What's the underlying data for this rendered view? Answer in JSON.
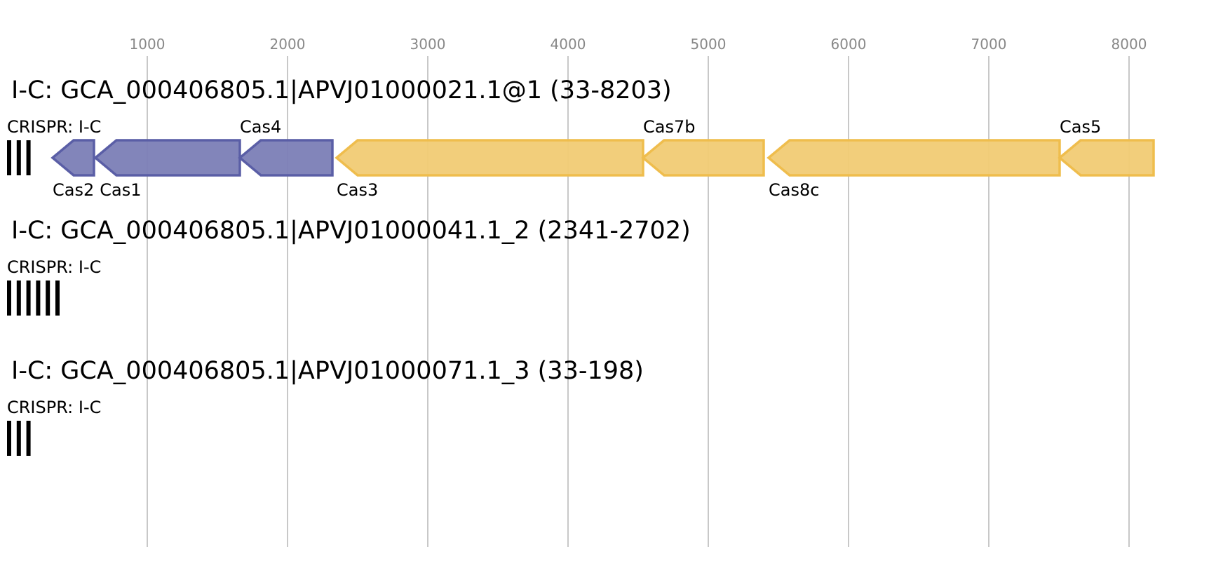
{
  "chart_data": {
    "type": "gene-map",
    "axis": {
      "ticks": [
        1000,
        2000,
        3000,
        4000,
        5000,
        6000,
        7000,
        8000
      ],
      "tick_labels": [
        "1000",
        "2000",
        "3000",
        "4000",
        "5000",
        "6000",
        "7000",
        "8000"
      ],
      "range": [
        0,
        8620
      ]
    },
    "colors": {
      "purple_fill": "#7b7eb6",
      "purple_stroke": "#5a5ea6",
      "yellow_fill": "#f1cb74",
      "yellow_stroke": "#efbd4d",
      "crispr": "#000000"
    },
    "loci": [
      {
        "title": "I-C: GCA_000406805.1|APVJ01000021.1@1 (33-8203)",
        "crispr_label": "CRISPR: I-C",
        "crispr_repeats": 3,
        "genes": [
          {
            "name": "Cas2",
            "start": 325,
            "end": 620,
            "strand": "-",
            "color": "purple",
            "label_pos": "above"
          },
          {
            "name": "Cas1",
            "start": 630,
            "end": 1660,
            "strand": "-",
            "color": "purple",
            "label_pos": "below"
          },
          {
            "name": "Cas4",
            "start": 1660,
            "end": 2320,
            "strand": "-",
            "color": "purple",
            "label_pos": "above"
          },
          {
            "name": "Cas3",
            "start": 2350,
            "end": 4535,
            "strand": "-",
            "color": "yellow",
            "label_pos": "below"
          },
          {
            "name": "Cas7b",
            "start": 4535,
            "end": 5395,
            "strand": "-",
            "color": "yellow",
            "label_pos": "above"
          },
          {
            "name": "Cas8c",
            "start": 5430,
            "end": 7505,
            "strand": "-",
            "color": "yellow",
            "label_pos": "below"
          },
          {
            "name": "Cas5",
            "start": 7505,
            "end": 8175,
            "strand": "-",
            "color": "yellow",
            "label_pos": "above"
          }
        ]
      },
      {
        "title": "I-C: GCA_000406805.1|APVJ01000041.1_2 (2341-2702)",
        "crispr_label": "CRISPR: I-C",
        "crispr_repeats": 6,
        "genes": []
      },
      {
        "title": "I-C: GCA_000406805.1|APVJ01000071.1_3 (33-198)",
        "crispr_label": "CRISPR: I-C",
        "crispr_repeats": 3,
        "genes": []
      }
    ]
  }
}
